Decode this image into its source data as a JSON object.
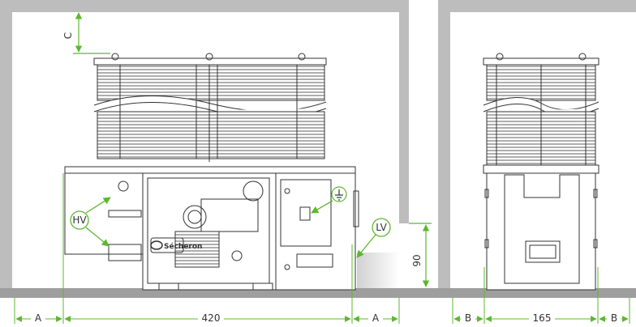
{
  "labels": {
    "c": "C",
    "hv": "HV",
    "lv": "LV",
    "ninety": "90",
    "a_left": "A",
    "four_twenty": "420",
    "a_right": "A",
    "b_left": "B",
    "one_sixty_five": "165",
    "b_right": "B",
    "brand": "Sécheron"
  },
  "colors": {
    "accent": "#5cb82e",
    "wall": "#bdbdbd",
    "floor": "#9e9e9e",
    "line": "#333333"
  }
}
